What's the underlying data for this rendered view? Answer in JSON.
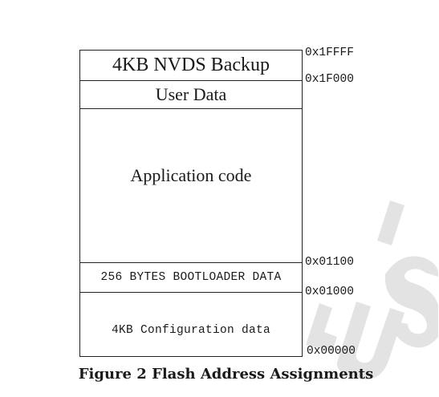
{
  "regions": [
    {
      "label": "4KB NVDS Backup"
    },
    {
      "label": "User Data"
    },
    {
      "label": "Application code"
    },
    {
      "label": "256 BYTES BOOTLOADER DATA"
    },
    {
      "label": "4KB Configuration data"
    }
  ],
  "addresses": [
    "0x1FFFF",
    "0x1F000",
    "0x01100",
    "0x01000",
    "0x00000"
  ],
  "caption": "Figure 2 Flash Address Assignments",
  "colors": {
    "border": "#222222",
    "text": "#1a1a1a",
    "watermark": "#e3e3e3"
  }
}
